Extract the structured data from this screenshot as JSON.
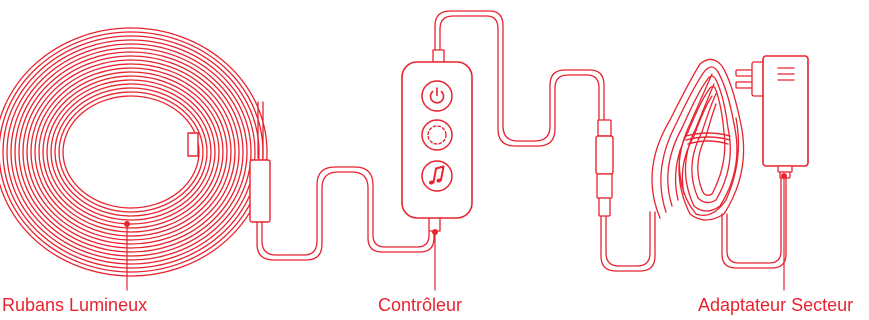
{
  "colors": {
    "line": "#e8232f",
    "background": "#ffffff"
  },
  "labels": {
    "strip": "Rubans Lumineux",
    "controller": "Contrôleur",
    "adapter": "Adaptateur Secteur"
  },
  "icons": {
    "controller_buttons": [
      "power-icon",
      "mode-dotted-circle-icon",
      "music-note-icon"
    ],
    "adapter_plug": "plug-icon"
  }
}
